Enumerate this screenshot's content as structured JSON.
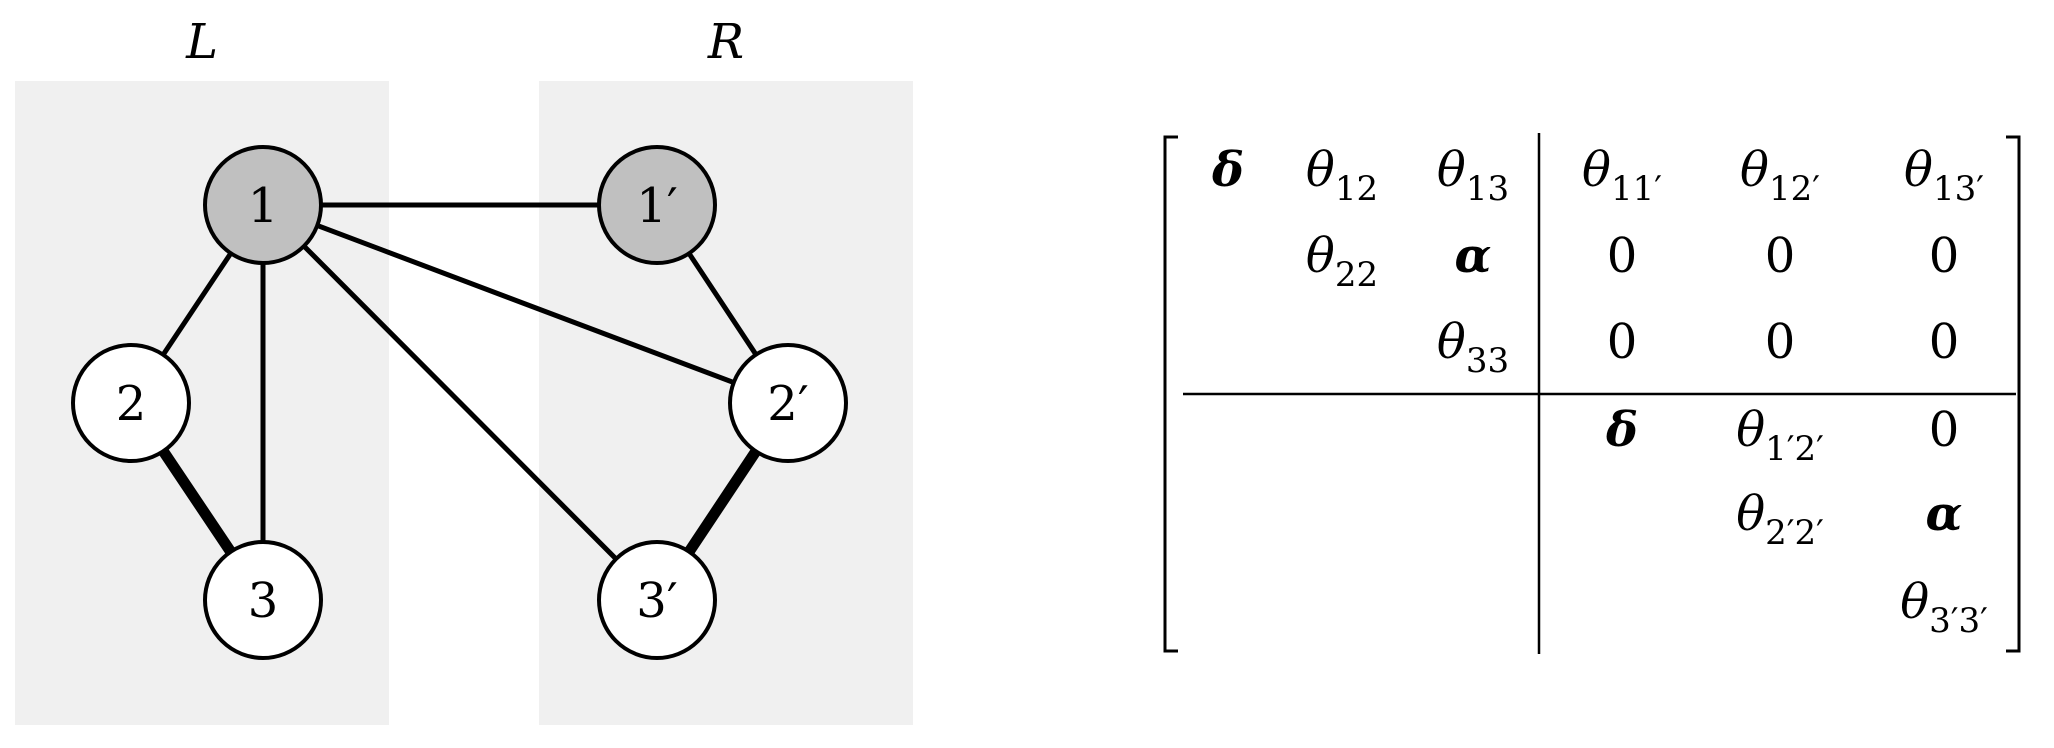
{
  "graph": {
    "left_group_label": "L",
    "right_group_label": "R",
    "nodes": [
      {
        "id": "1",
        "label": "1",
        "shaded": true
      },
      {
        "id": "2",
        "label": "2",
        "shaded": false
      },
      {
        "id": "3",
        "label": "3",
        "shaded": false
      },
      {
        "id": "1p",
        "label": "1′",
        "shaded": true
      },
      {
        "id": "2p",
        "label": "2′",
        "shaded": false
      },
      {
        "id": "3p",
        "label": "3′",
        "shaded": false
      }
    ],
    "edges": [
      {
        "from": "1",
        "to": "1p",
        "weight": "normal"
      },
      {
        "from": "1",
        "to": "2",
        "weight": "normal"
      },
      {
        "from": "1",
        "to": "3",
        "weight": "normal"
      },
      {
        "from": "1",
        "to": "2p",
        "weight": "normal"
      },
      {
        "from": "1",
        "to": "3p",
        "weight": "normal"
      },
      {
        "from": "2",
        "to": "3",
        "weight": "thick"
      },
      {
        "from": "1p",
        "to": "2p",
        "weight": "normal"
      },
      {
        "from": "2p",
        "to": "3p",
        "weight": "thick"
      }
    ],
    "colors": {
      "shaded_node": "#c0c0c0",
      "group_background": "#f0f0f0",
      "stroke": "#000000"
    }
  },
  "matrix": {
    "rows": [
      [
        {
          "base": "δ",
          "bold": true
        },
        {
          "base": "θ",
          "sub": "12"
        },
        {
          "base": "θ",
          "sub": "13"
        },
        {
          "base": "θ",
          "sub": "11′"
        },
        {
          "base": "θ",
          "sub": "12′"
        },
        {
          "base": "θ",
          "sub": "13′"
        }
      ],
      [
        null,
        {
          "base": "θ",
          "sub": "22"
        },
        {
          "base": "α",
          "bold": true
        },
        {
          "base": "0"
        },
        {
          "base": "0"
        },
        {
          "base": "0"
        }
      ],
      [
        null,
        null,
        {
          "base": "θ",
          "sub": "33"
        },
        {
          "base": "0"
        },
        {
          "base": "0"
        },
        {
          "base": "0"
        }
      ],
      [
        null,
        null,
        null,
        {
          "base": "δ",
          "bold": true
        },
        {
          "base": "θ",
          "sub": "1′2′"
        },
        {
          "base": "0"
        }
      ],
      [
        null,
        null,
        null,
        null,
        {
          "base": "θ",
          "sub": "2′2′"
        },
        {
          "base": "α",
          "bold": true
        }
      ],
      [
        null,
        null,
        null,
        null,
        null,
        {
          "base": "θ",
          "sub": "3′3′"
        }
      ]
    ],
    "partition_after_row": 3,
    "partition_after_col": 3
  }
}
